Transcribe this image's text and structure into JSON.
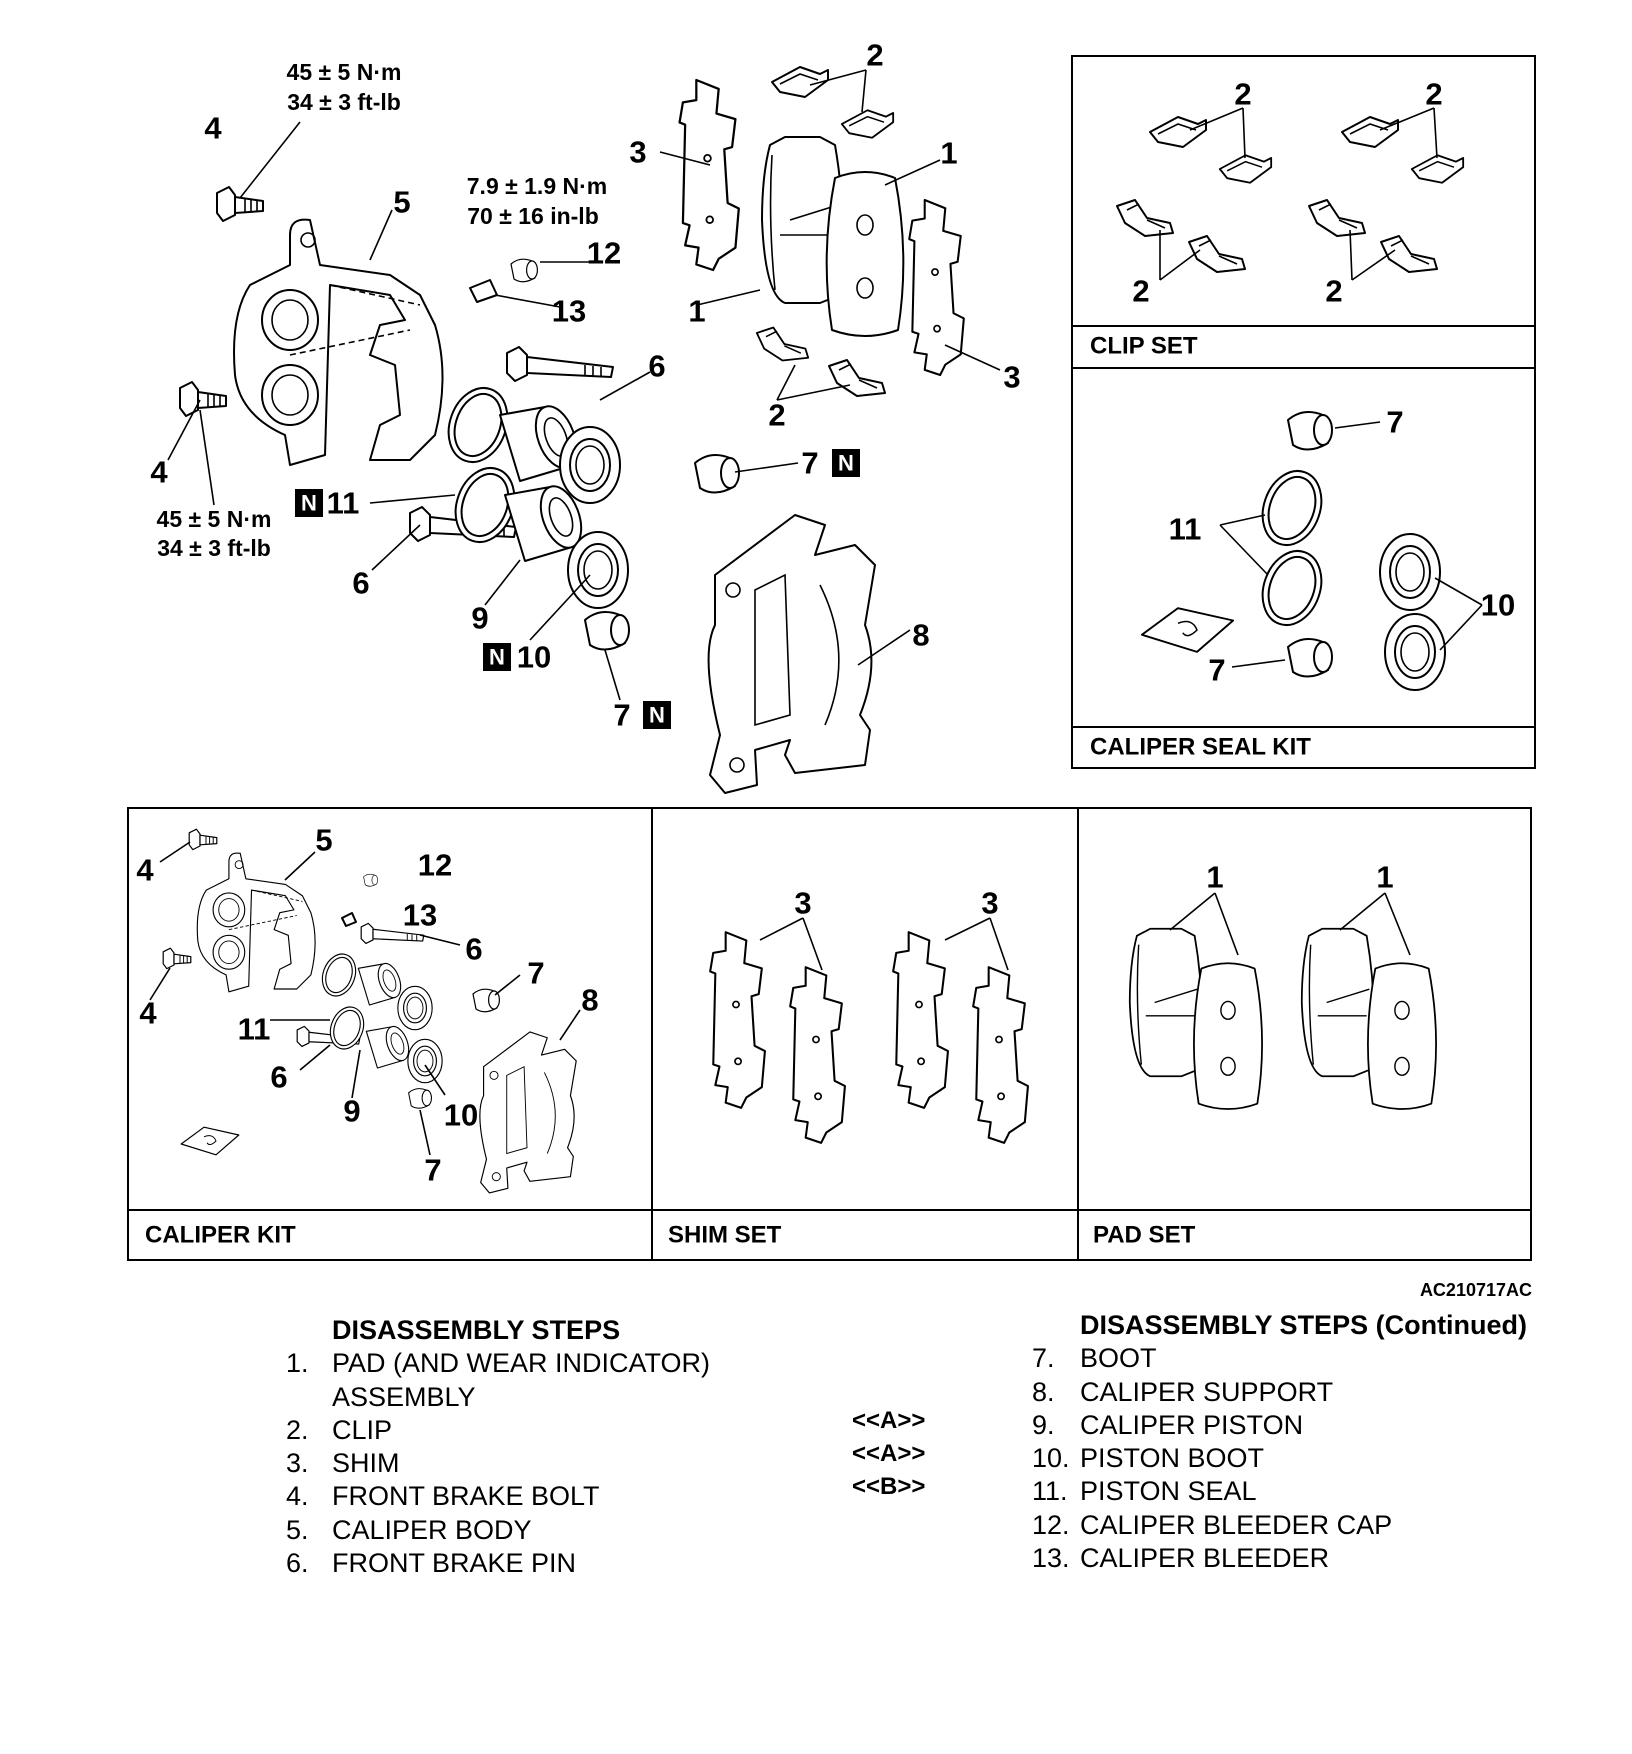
{
  "torque": {
    "upper_bolt_nm": "45 ± 5 N·m",
    "upper_bolt_ftlb": "34 ± 3 ft-lb",
    "bleeder_nm": "7.9 ± 1.9 N·m",
    "bleeder_inlb": "70 ± 16 in-lb",
    "lower_bolt_nm": "45 ± 5 N·m",
    "lower_bolt_ftlb": "34 ± 3 ft-lb"
  },
  "new_part_mark": "N",
  "callouts": {
    "c1": "1",
    "c2": "2",
    "c3": "3",
    "c4": "4",
    "c5": "5",
    "c6": "6",
    "c7": "7",
    "c8": "8",
    "c9": "9",
    "c10": "10",
    "c11": "11",
    "c12": "12",
    "c13": "13"
  },
  "kits": {
    "clip_set": "CLIP SET",
    "caliper_seal_kit": "CALIPER SEAL KIT",
    "caliper_kit": "CALIPER KIT",
    "shim_set": "SHIM SET",
    "pad_set": "PAD SET"
  },
  "figure_code": "AC210717AC",
  "steps_left": {
    "heading": "DISASSEMBLY STEPS",
    "items": [
      {
        "num": "1.",
        "label": "PAD (AND WEAR INDICATOR)",
        "label2": "ASSEMBLY"
      },
      {
        "num": "2.",
        "label": "CLIP"
      },
      {
        "num": "3.",
        "label": "SHIM"
      },
      {
        "num": "4.",
        "label": "FRONT BRAKE BOLT"
      },
      {
        "num": "5.",
        "label": "CALIPER BODY"
      },
      {
        "num": "6.",
        "label": "FRONT BRAKE PIN"
      }
    ]
  },
  "service_marks": [
    "<<A>>",
    "<<A>>",
    "<<B>>"
  ],
  "steps_right": {
    "heading": "DISASSEMBLY STEPS (Continued)",
    "items": [
      {
        "num": "7.",
        "label": "BOOT"
      },
      {
        "num": "8.",
        "label": "CALIPER SUPPORT"
      },
      {
        "num": "9.",
        "label": "CALIPER PISTON"
      },
      {
        "num": "10.",
        "label": "PISTON BOOT"
      },
      {
        "num": "11.",
        "label": "PISTON SEAL"
      },
      {
        "num": "12.",
        "label": "CALIPER BLEEDER CAP"
      },
      {
        "num": "13.",
        "label": "CALIPER BLEEDER"
      }
    ]
  }
}
